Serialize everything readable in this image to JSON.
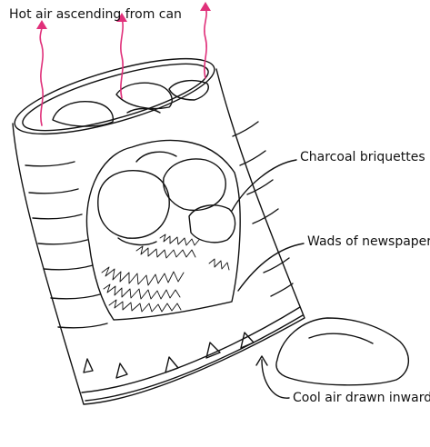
{
  "labels": {
    "hot_air": "Hot air ascending from can",
    "charcoal": "Charcoal briquettes",
    "newspaper": "Wads of newspaper",
    "cool_air": "Cool air drawn inward"
  },
  "colors": {
    "ink": "#111111",
    "hot_air_arrows": "#e0307a",
    "background": "#ffffff"
  }
}
